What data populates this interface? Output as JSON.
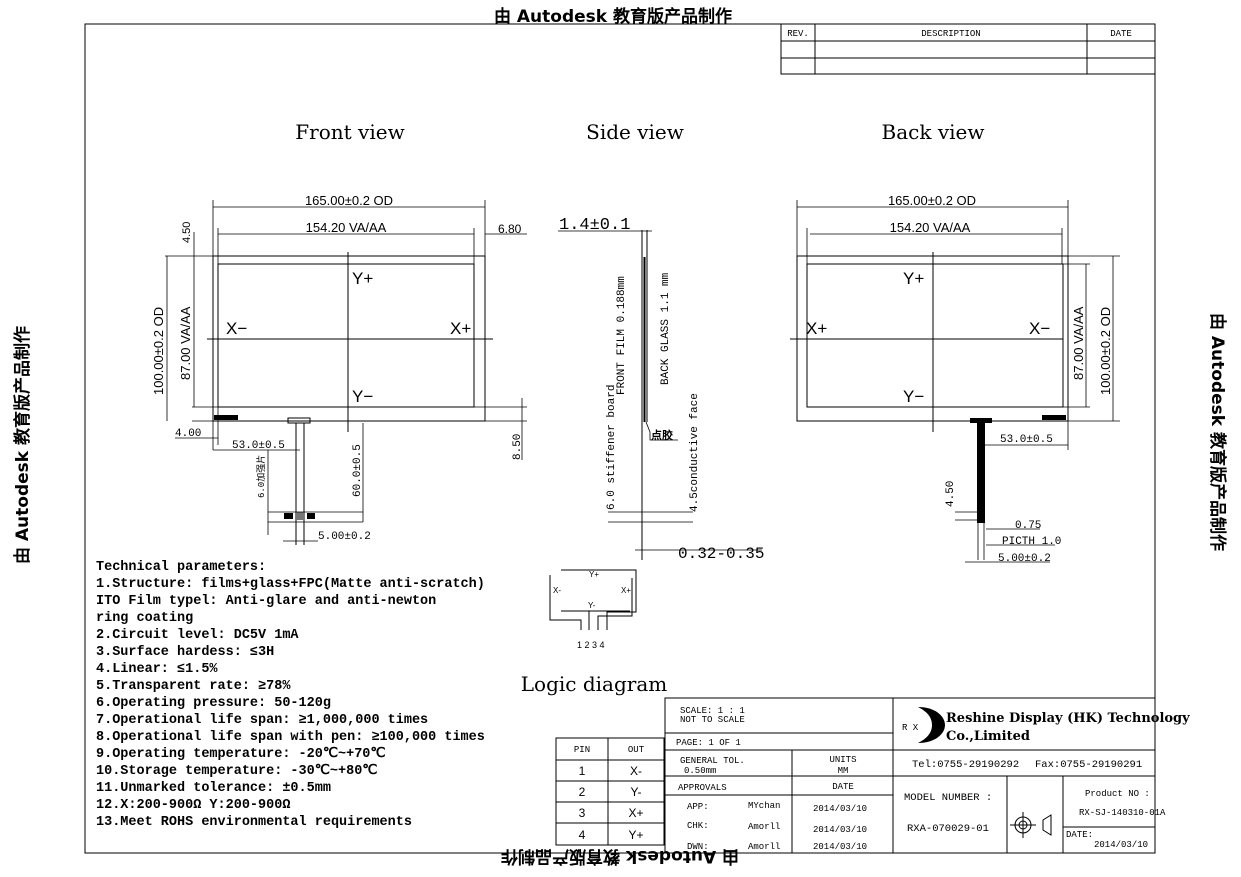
{
  "watermark": "由 Autodesk 教育版产品制作",
  "revision_table": {
    "headers": [
      "REV.",
      "DESCRIPTION",
      "DATE"
    ]
  },
  "views": {
    "front": "Front view",
    "side": "Side view",
    "back": "Back view",
    "logic": "Logic diagram"
  },
  "front_dims": {
    "od_width": "165.00±0.2 OD",
    "aa_width": "154.20 VA/AA",
    "right_margin": "6.80",
    "top_margin": "4.50",
    "od_height": "100.00±0.2 OD",
    "aa_height": "87.00 VA/AA",
    "left_offset": "4.00",
    "fpc_offset": "53.0±0.5",
    "stiffener": "6.0加强片",
    "fpc_length": "60.0±0.5",
    "bottom_margin": "8.50",
    "fpc_width": "5.00±0.2"
  },
  "electrodes": {
    "yp": "Y+",
    "ym": "Y−",
    "xp": "X+",
    "xm": "X−"
  },
  "side_dims": {
    "thickness": "1.4±0.1",
    "front_film": "FRONT FILM 0.188mm",
    "stiffener": "6.0 stiffener board",
    "back_glass": "BACK GLASS 1.1 mm",
    "glue": "点胶",
    "conductive": "4.5conductive face",
    "fpc_thickness": "0.32-0.35"
  },
  "back_dims": {
    "od_width": "165.00±0.2 OD",
    "aa_width": "154.20 VA/AA",
    "aa_height": "87.00 VA/AA",
    "od_height": "100.00±0.2 OD",
    "fpc_offset": "53.0±0.5",
    "tail": "4.50",
    "pin_width": "0.75",
    "pitch": "PICTH 1.0",
    "fpc_width": "5.00±0.2"
  },
  "logic": {
    "yp": "Y+",
    "ym": "Y-",
    "xp": "X+",
    "xm": "X-",
    "pins": "1 2 3 4"
  },
  "technical_parameters": [
    "Technical parameters:",
    "1.Structure: films+glass+FPC(Matte anti-scratch)",
    "ITO Film typel: Anti-glare and anti-newton",
    "ring coating",
    "2.Circuit level: DC5V 1mA",
    "3.Surface hardess: ≤3H",
    "4.Linear: ≤1.5%",
    "5.Transparent rate: ≥78%",
    "6.Operating pressure: 50-120g",
    "7.Operational life span: ≥1,000,000 times",
    "8.Operational life span with pen: ≥100,000 times",
    "9.Operating temperature: -20℃~+70℃",
    "10.Storage temperature: -30℃~+80℃",
    "11.Unmarked tolerance: ±0.5mm",
    "12.X:200-900Ω   Y:200-900Ω",
    "13.Meet ROHS environmental requirements"
  ],
  "pin_table": {
    "headers": [
      "PIN",
      "OUT"
    ],
    "rows": [
      [
        "1",
        "X-"
      ],
      [
        "2",
        "Y-"
      ],
      [
        "3",
        "X+"
      ],
      [
        "4",
        "Y+"
      ]
    ]
  },
  "title_block": {
    "scale": "SCALE: 1 : 1",
    "not_to_scale": "NOT TO SCALE",
    "page": "PAGE: 1 OF 1",
    "general_tol": "GENERAL TOL.",
    "tol_value": "0.50mm",
    "units": "UNITS",
    "units_value": "MM",
    "approvals": "APPROVALS",
    "date_header": "DATE",
    "approvers": [
      {
        "role": "APP:",
        "name": "MYchan",
        "date": "2014/03/10"
      },
      {
        "role": "CHK:",
        "name": "Amorll",
        "date": "2014/03/10"
      },
      {
        "role": "DWN:",
        "name": "Amorll",
        "date": "2014/03/10"
      }
    ],
    "logo_letters": "R X",
    "company_line1": "Reshine Display (HK) Technology",
    "company_line2": "Co.,Limited",
    "tel": "Tel:0755-29190292",
    "fax": "Fax:0755-29190291",
    "model_label": "MODEL NUMBER :",
    "model_value": "RXA-070029-01",
    "product_label": "Product NO :",
    "product_value": "RX-SJ-140310-01A",
    "date_label": "DATE:",
    "date_value": "2014/03/10"
  }
}
